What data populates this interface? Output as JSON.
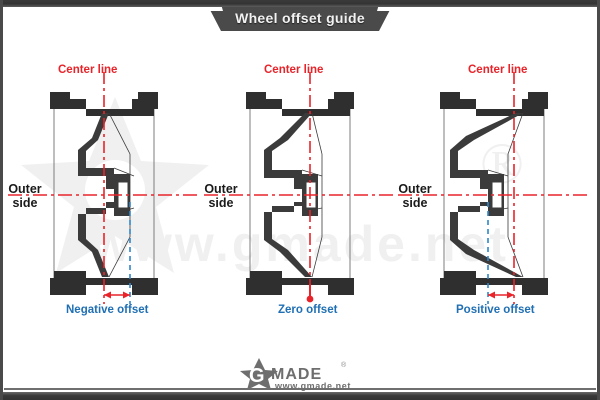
{
  "title": "Wheel offset guide",
  "watermark": {
    "url_text": "www.gmade.net",
    "star_icon": "star-watermark",
    "registered_mark": "®"
  },
  "colors": {
    "center_line": "#e8242a",
    "offset_label": "#1f6fb4",
    "mount_line": "#2f86c8",
    "wheel_body": "#3b3b3b",
    "banner_bg": "#4a4a4a",
    "watermark": "#f0f0f0"
  },
  "panels": [
    {
      "id": "negative",
      "center_line_label": "Center line",
      "outer_side_label_line1": "Outer",
      "outer_side_label_line2": "side",
      "offset_label": "Negative offset",
      "offset_type": "negative",
      "mount_line_position": "right-of-center",
      "arrow_direction": "right"
    },
    {
      "id": "zero",
      "center_line_label": "Center line",
      "outer_side_label_line1": "Outer",
      "outer_side_label_line2": "side",
      "offset_label": "Zero offset",
      "offset_type": "zero",
      "mount_line_position": "on-center",
      "arrow_direction": "down"
    },
    {
      "id": "positive",
      "center_line_label": "Center line",
      "outer_side_label_line1": "Outer",
      "outer_side_label_line2": "side",
      "offset_label": "Positive offset",
      "offset_type": "positive",
      "mount_line_position": "left-of-center",
      "arrow_direction": "left"
    }
  ],
  "logo": {
    "brand_letter": "G",
    "brand_text": "MADE",
    "registered": "®",
    "url": "www.gmade.net",
    "star_icon": "star-logo-icon"
  }
}
